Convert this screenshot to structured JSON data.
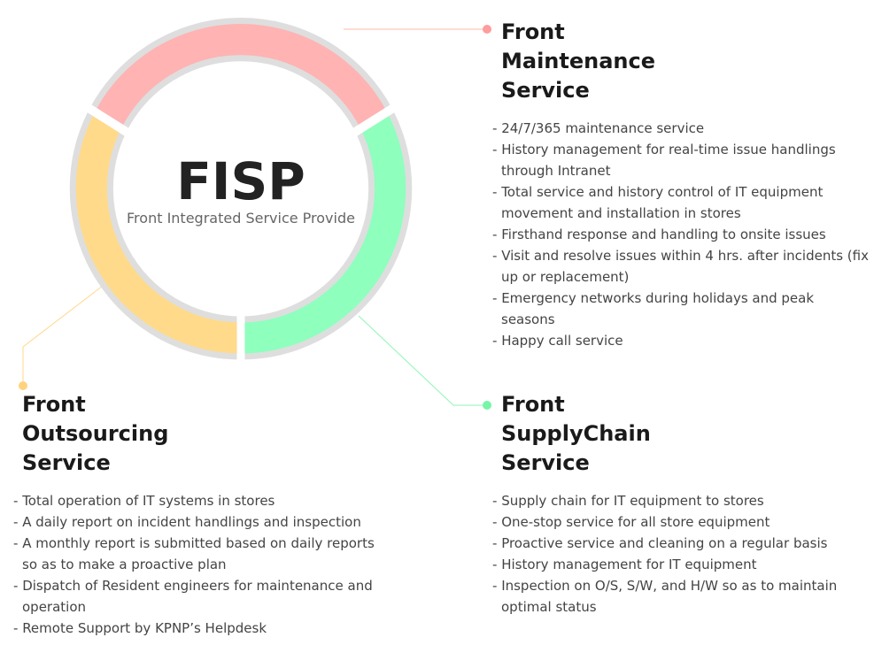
{
  "center": {
    "title": "FISP",
    "subtitle": "Front Integrated Service Provide"
  },
  "colors": {
    "maintenance": "#ffb3b3",
    "supplychain": "#8effbd",
    "outsourcing": "#ffda8a",
    "ring_border": "#dedede",
    "maintenance_dot": "#ff9c9c",
    "supplychain_dot": "#76f5a8",
    "outsourcing_dot": "#ffd27d"
  },
  "sections": {
    "maintenance": {
      "title_lines": [
        "Front",
        "Maintenance",
        "Service"
      ],
      "items": [
        "24/7/365 maintenance service",
        "History management for real-time issue handlings through Intranet",
        "Total service and history control of IT equipment movement and installation in stores",
        "Firsthand response and handling to onsite issues",
        "Visit and resolve issues within 4 hrs. after incidents (fix up or replacement)",
        "Emergency networks during holidays and peak seasons",
        "Happy call service"
      ]
    },
    "outsourcing": {
      "title_lines": [
        "Front",
        "Outsourcing",
        "Service"
      ],
      "items": [
        "Total operation of IT systems in stores",
        "A daily report on incident handlings and inspection",
        "A monthly report is submitted based on daily reports so as to make a proactive plan",
        "Dispatch of Resident engineers for maintenance and operation",
        "Remote Support by KPNP’s Helpdesk"
      ]
    },
    "supplychain": {
      "title_lines": [
        "Front",
        "SupplyChain",
        "Service"
      ],
      "items": [
        "Supply chain for IT equipment to stores",
        "One-stop service for all store equipment",
        "Proactive service and cleaning on a regular basis",
        "History management for IT equipment",
        "Inspection on O/S, S/W, and H/W so as to maintain optimal status"
      ]
    }
  }
}
